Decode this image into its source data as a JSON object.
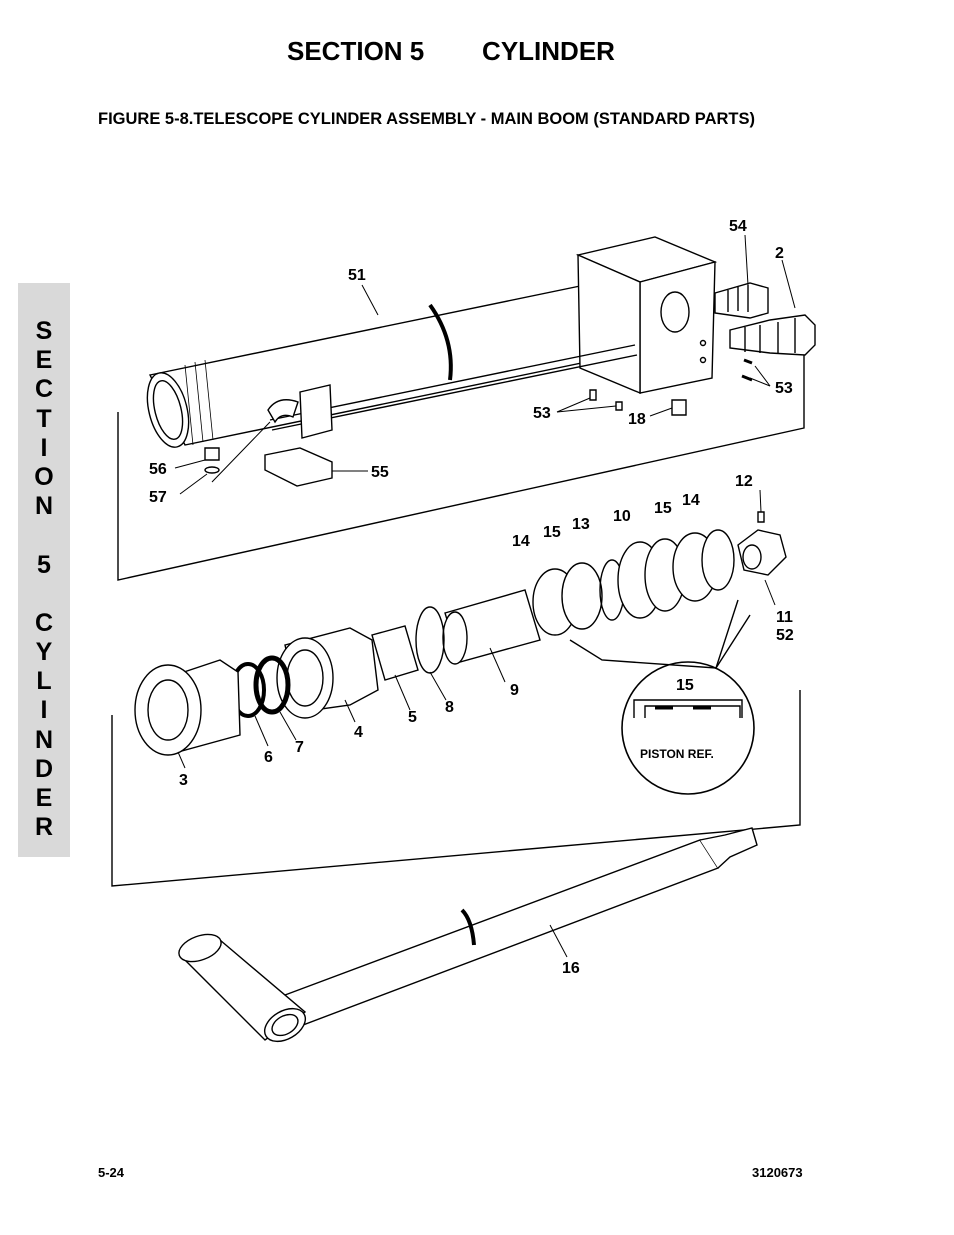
{
  "header": {
    "section_title": "SECTION 5        CYLINDER",
    "figure_title": "FIGURE 5-8.TELESCOPE CYLINDER ASSEMBLY - MAIN BOOM (STANDARD PARTS)"
  },
  "side_tab": {
    "letters": [
      "S",
      "E",
      "C",
      "T",
      "I",
      "O",
      "N",
      "",
      "5",
      "",
      "C",
      "Y",
      "L",
      "I",
      "N",
      "D",
      "E",
      "R"
    ]
  },
  "callouts": {
    "c51": "51",
    "c54": "54",
    "c2": "2",
    "c53a": "53",
    "c53b": "53",
    "c18": "18",
    "c56": "56",
    "c57": "57",
    "c55": "55",
    "c12": "12",
    "c14a": "14",
    "c15a": "15",
    "c13": "13",
    "c10": "10",
    "c15b": "15",
    "c14b": "14",
    "c11": "11",
    "c52": "52",
    "c9": "9",
    "c8": "8",
    "c5": "5",
    "c4": "4",
    "c7": "7",
    "c6": "6",
    "c3": "3",
    "c15detail": "15",
    "c16": "16"
  },
  "detail_label": "PISTON REF.",
  "footer": {
    "page_number": "5-24",
    "doc_number": "3120673"
  }
}
